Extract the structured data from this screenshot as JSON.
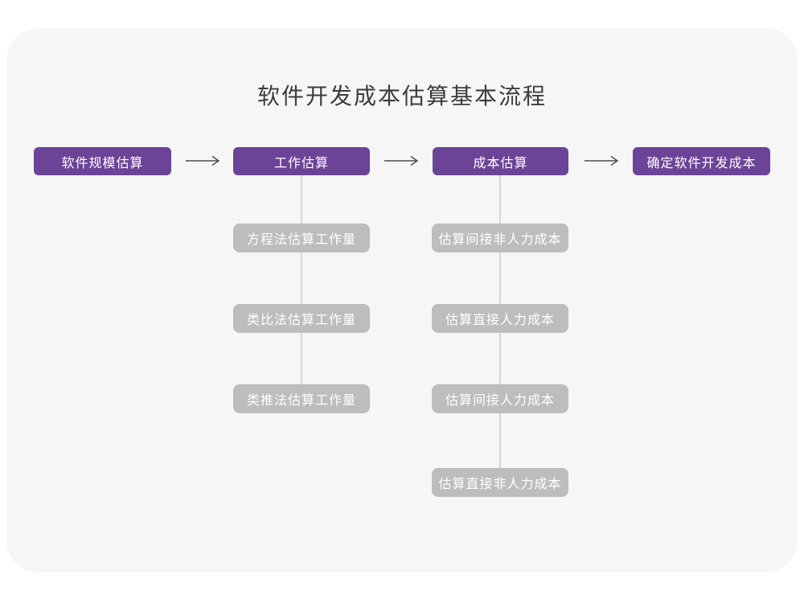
{
  "title": "软件开发成本估算基本流程",
  "colors": {
    "page_background": "#ffffff",
    "card_background": "#f6f6f7",
    "step_purple": "#6b4397",
    "subnode_gray": "#bdbdbd",
    "connector_line": "#d6d6d6",
    "arrow": "#4b4b4b",
    "title_text": "#3c3c3c",
    "node_text": "#ffffff"
  },
  "flow": {
    "steps": [
      {
        "label": "软件规模估算"
      },
      {
        "label": "工作估算"
      },
      {
        "label": "成本估算"
      },
      {
        "label": "确定软件开发成本"
      }
    ]
  },
  "work_estimation": {
    "parent": "工作估算",
    "items": [
      {
        "label": "方程法估算工作量"
      },
      {
        "label": "类比法估算工作量"
      },
      {
        "label": "类推法估算工作量"
      }
    ]
  },
  "cost_estimation": {
    "parent": "成本估算",
    "items": [
      {
        "label": "估算间接非人力成本"
      },
      {
        "label": "估算直接人力成本"
      },
      {
        "label": "估算间接人力成本"
      },
      {
        "label": "估算直接非人力成本"
      }
    ]
  }
}
